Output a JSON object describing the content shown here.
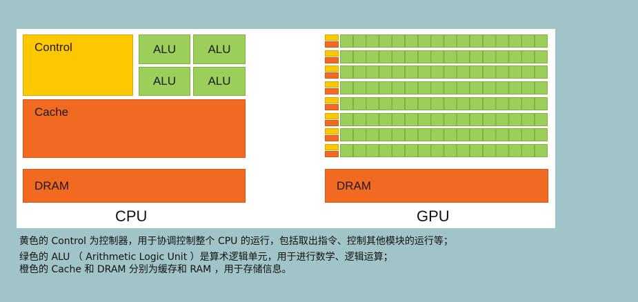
{
  "diagram": {
    "cpu": {
      "control_label": "Control",
      "alu_labels": [
        "ALU",
        "ALU",
        "ALU",
        "ALU"
      ],
      "cache_label": "Cache",
      "dram_label": "DRAM",
      "caption": "CPU"
    },
    "gpu": {
      "rows": 8,
      "alu_cells_per_row": 16,
      "dram_label": "DRAM",
      "caption": "GPU"
    },
    "colors": {
      "control": "#fec800",
      "alu": "#9ccf5a",
      "cache_dram": "#f26a22",
      "background": "#a0c4c8"
    }
  },
  "notes": [
    "黄色的 Control 为控制器，用于协调控制整个 CPU 的运行，包括取出指令、控制其他模块的运行等；",
    "绿色的 ALU （ Arithmetic Logic Unit ）是算术逻辑单元，用于进行数学、逻辑运算；",
    "橙色的 Cache 和 DRAM 分别为缓存和 RAM ，用于存储信息。"
  ]
}
